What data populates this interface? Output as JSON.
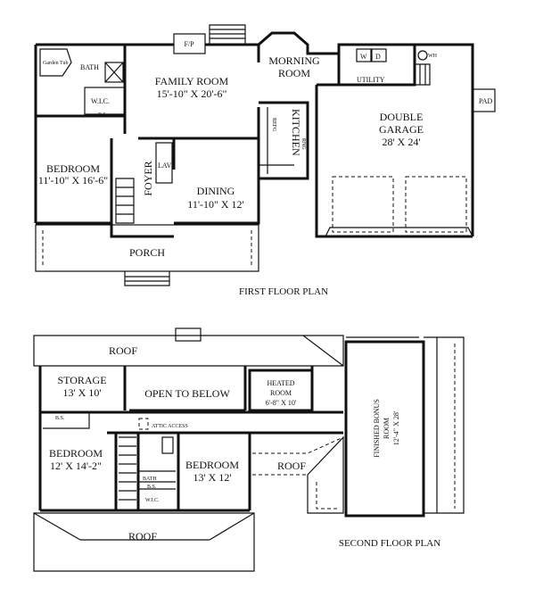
{
  "first_floor": {
    "caption": "FIRST FLOOR PLAN",
    "rooms": {
      "garden_tub": "Garden Tub",
      "bath": "BATH",
      "wic": "W.I.C.",
      "bs": "B.S.",
      "family_room": {
        "name": "FAMILY ROOM",
        "size": "15'-10\" X 20'-6\""
      },
      "fireplace": "F/P",
      "morning_room": {
        "line1": "MORNING",
        "line2": "ROOM"
      },
      "washer": "W",
      "dryer": "D",
      "water_heater": "WH",
      "utility": "UTILITY",
      "pad": "PAD",
      "garage": {
        "line1": "DOUBLE",
        "line2": "GARAGE",
        "size": "28' X 24'"
      },
      "kitchen": "KITCHEN",
      "refg": "REFG",
      "range": "RNG",
      "bedroom": {
        "name": "BEDROOM",
        "size": "11'-10\" X 16'-6\""
      },
      "lav": "LAV",
      "foyer": "FOYER",
      "dining": {
        "name": "DINING",
        "size": "11'-10\" X 12'"
      },
      "porch": "PORCH"
    }
  },
  "second_floor": {
    "caption": "SECOND FLOOR PLAN",
    "rooms": {
      "roof_top": "ROOF",
      "storage": {
        "name": "STORAGE",
        "size": "13' X 10'"
      },
      "open_to_below": "OPEN TO BELOW",
      "heated_room": {
        "line1": "HEATED",
        "line2": "ROOM",
        "size": "6'-8\" X 10'"
      },
      "attic_access": "ATTIC ACCESS",
      "bs": "B.S.",
      "bedroom_left": {
        "name": "BEDROOM",
        "size": "12' X 14'-2\""
      },
      "bath": "BATH",
      "bs2": "B.S.",
      "wic": "W.I.C.",
      "bedroom_right": {
        "name": "BEDROOM",
        "size": "13' X 12'"
      },
      "roof_mid": "ROOF",
      "bonus": {
        "line1": "FINISHED BONUS",
        "line2": "ROOM",
        "size": "12'-4\" X 28'"
      },
      "roof_bottom": "ROOF"
    }
  }
}
